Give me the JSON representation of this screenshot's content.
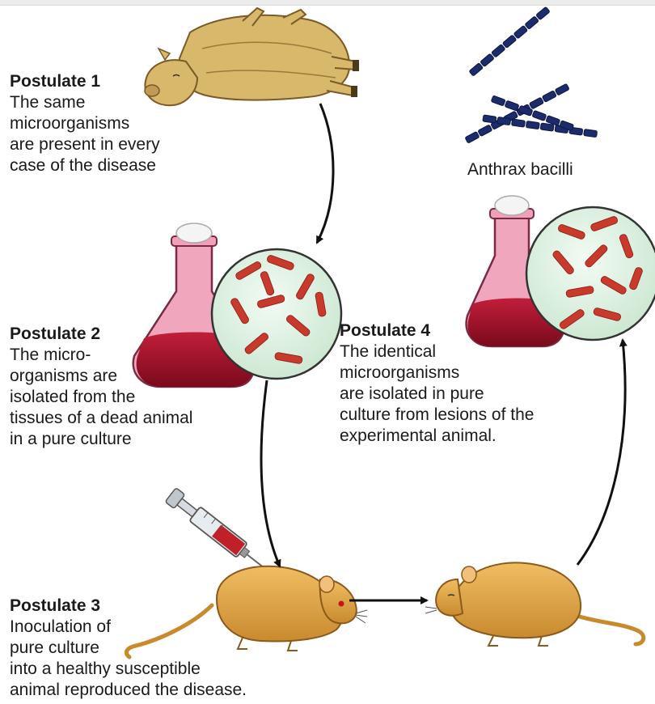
{
  "postulates": [
    {
      "title": "Postulate 1",
      "lines": [
        "The same",
        "microorganisms",
        "are present in every",
        "case of the disease"
      ]
    },
    {
      "title": "Postulate 2",
      "lines": [
        "The micro-",
        "organisms are",
        "isolated from the",
        "tissues of a dead animal",
        "in a pure culture"
      ]
    },
    {
      "title": "Postulate 3",
      "lines": [
        "Inoculation of",
        "pure culture",
        "into a healthy susceptible",
        "animal reproduced the disease."
      ]
    },
    {
      "title": "Postulate 4",
      "lines": [
        "The identical",
        "microorganisms",
        "are isolated in pure",
        "culture from lesions of the",
        "experimental animal."
      ]
    }
  ],
  "bacilli_caption": "Anthrax bacilli",
  "icons": [
    "dead-cow-icon",
    "anthrax-bacilli-icon",
    "culture-flask-icon",
    "microscope-view-icon",
    "syringe-icon",
    "inoculated-rat-icon",
    "sick-rat-icon",
    "arrow-icon"
  ],
  "colors": {
    "animal_fur": "#e2a64a",
    "cow_fur": "#d8b86a",
    "flask_pink": "#f0a6bd",
    "culture_red": "#a8102a",
    "dish_green": "#def2e2",
    "bacilli_red": "#c83a2c",
    "bacilli_navy": "#1c2b6b",
    "arrow": "#111111"
  }
}
